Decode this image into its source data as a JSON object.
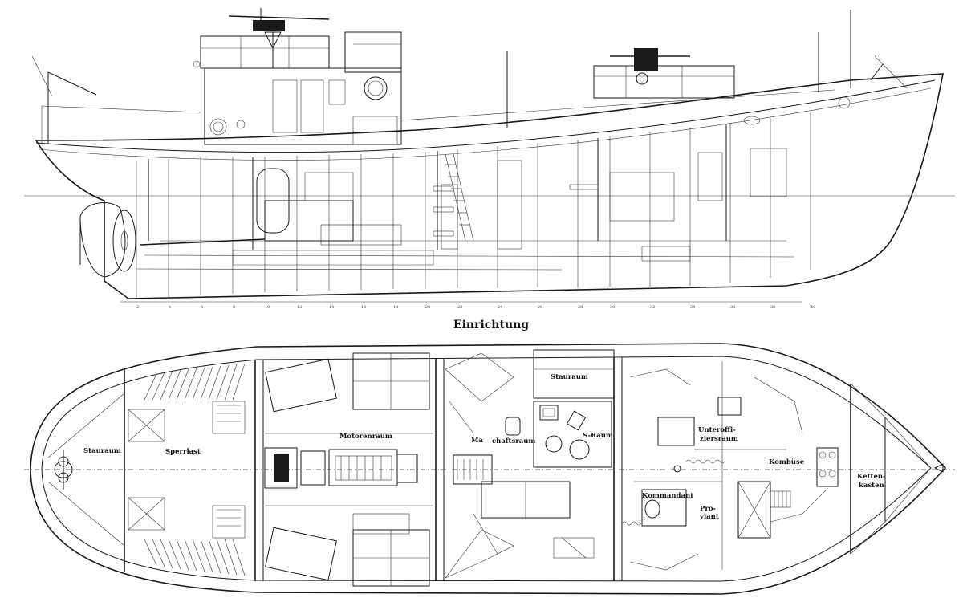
{
  "title": "Einrichtung",
  "labels": {
    "stauraum_aft": "Stauraum",
    "sperrlast": "Sperrlast",
    "motorenraum": "Motorenraum",
    "maschinenraum_a": "Ma",
    "maschinenraum_b": "chaftsraum",
    "stauraum_mid": "Stauraum",
    "s_raum": "S-Raum",
    "unteroffiziersraum_1": "Unteroffi-",
    "unteroffiziersraum_2": "ziersraum",
    "kommandant": "Kommandant",
    "proviant_1": "Pro-",
    "proviant_2": "viant",
    "kombuese": "Kombüse",
    "kettenkasten_1": "Ketten-",
    "kettenkasten_2": "kasten"
  },
  "frame_numbers": [
    "2",
    "4",
    "6",
    "8",
    "10",
    "12",
    "14",
    "16",
    "18",
    "20",
    "22",
    "24",
    "26",
    "28",
    "30",
    "32",
    "34",
    "36",
    "38",
    "40"
  ]
}
